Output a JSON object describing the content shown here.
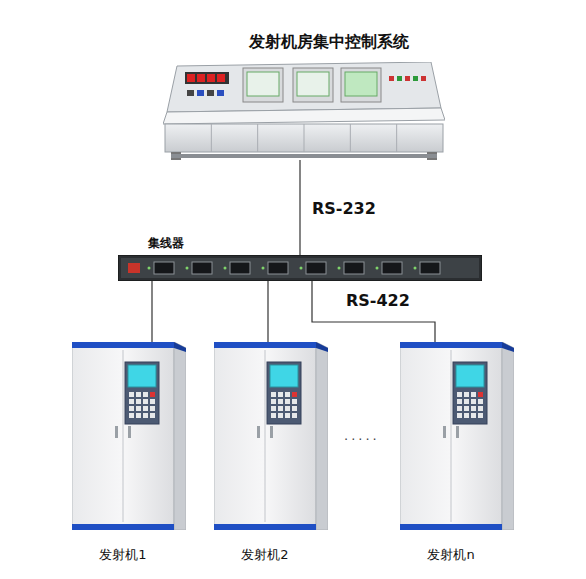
{
  "diagram": {
    "nodes": [
      {
        "text": [
          "发射机房集中控制系统"
        ]
      },
      {
        "text": [
          "集线器"
        ]
      },
      {
        "text": [
          "发射机1"
        ]
      },
      {
        "text": [
          "发射机2"
        ]
      },
      {
        "text": [
          "发射机n"
        ]
      }
    ],
    "edges": [
      {
        "from": 0,
        "to": 1,
        "label": "RS-232",
        "arrow": "none"
      },
      {
        "from": 1,
        "to": 2,
        "arrow": "none"
      },
      {
        "from": 1,
        "to": 3,
        "arrow": "none"
      },
      {
        "from": 1,
        "to": 4,
        "label": "RS-422",
        "arrow": "none"
      }
    ],
    "labels": [
      "....."
    ]
  }
}
